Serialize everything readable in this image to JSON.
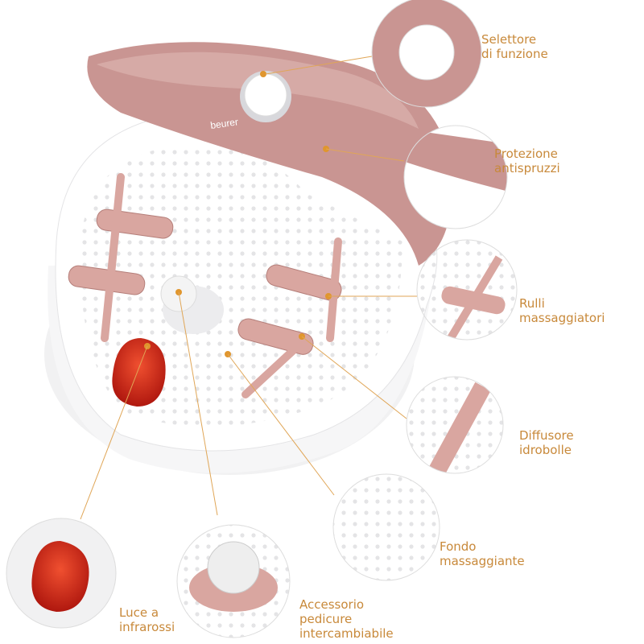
{
  "brand_logo": "beurer",
  "colors": {
    "accent_text": "#c8893a",
    "pink": "#c99592",
    "roller": "#d9a6a0",
    "infrared": "#d0281a"
  },
  "callouts": [
    {
      "id": "selector",
      "line1": "Selettore",
      "line2": "di funzione"
    },
    {
      "id": "splash",
      "line1": "Protezione",
      "line2": "antispruzzi"
    },
    {
      "id": "rollers",
      "line1": "Rulli",
      "line2": "massaggiatori"
    },
    {
      "id": "bubbles",
      "line1": "Diffusore",
      "line2": "idrobolle"
    },
    {
      "id": "bottom",
      "line1": "Fondo",
      "line2": "massaggiante"
    },
    {
      "id": "infrared",
      "line1": "Luce a",
      "line2": "infrarossi"
    },
    {
      "id": "pedicure",
      "line1": "Accessorio",
      "line2": "pedicure",
      "line3": "intercambiabile"
    }
  ]
}
